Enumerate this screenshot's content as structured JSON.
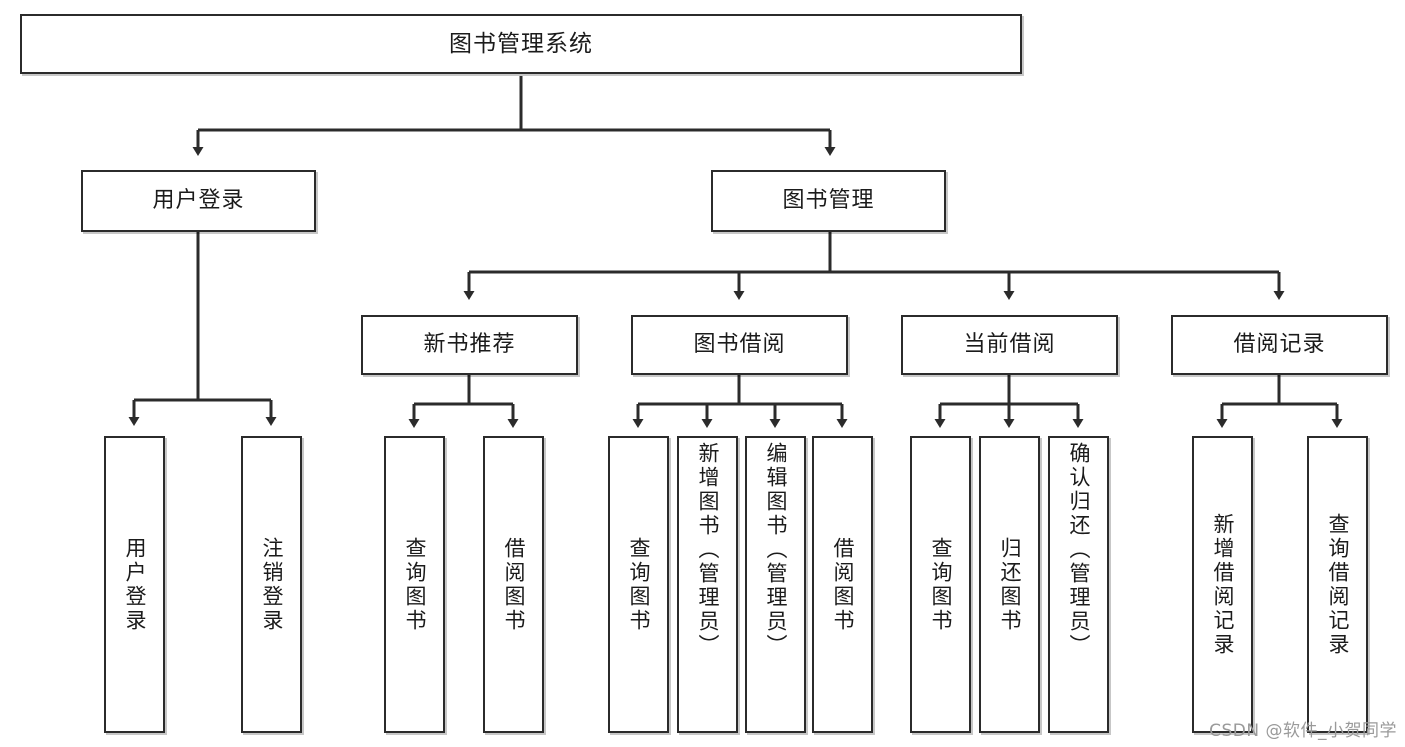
{
  "diagram": {
    "type": "tree-hierarchy",
    "title": "图书管理系统",
    "watermark": "CSDN @软件_小贺同学",
    "colors": {
      "box_border": "#2b2b2b",
      "box_fill": "#ffffff",
      "connector": "#2b2b2b",
      "watermark": "#9a9a9a",
      "background": "#ffffff"
    },
    "levels": {
      "level1": "系统根节点",
      "level2": "主模块",
      "level3": "子模块",
      "level4": "功能项"
    },
    "nodes": {
      "root": {
        "label": "图书管理系统"
      },
      "user_login": {
        "label": "用户登录"
      },
      "book_manage": {
        "label": "图书管理"
      },
      "new_book_rec": {
        "label": "新书推荐"
      },
      "book_borrow": {
        "label": "图书借阅"
      },
      "current_borrow": {
        "label": "当前借阅"
      },
      "borrow_record": {
        "label": "借阅记录"
      },
      "leaf_user_login": {
        "label": "用户登录"
      },
      "leaf_logout": {
        "label": "注销登录"
      },
      "leaf_query_book_a": {
        "label": "查询图书"
      },
      "leaf_borrow_book_a": {
        "label": "借阅图书"
      },
      "leaf_query_book_b": {
        "label": "查询图书"
      },
      "leaf_add_book": {
        "label": "新增图书（管理员）"
      },
      "leaf_edit_book": {
        "label": "编辑图书（管理员）"
      },
      "leaf_borrow_book_b": {
        "label": "借阅图书"
      },
      "leaf_query_book_c": {
        "label": "查询图书"
      },
      "leaf_return_book": {
        "label": "归还图书"
      },
      "leaf_confirm_return": {
        "label": "确认归还（管理员）"
      },
      "leaf_add_record": {
        "label": "新增借阅记录"
      },
      "leaf_query_record": {
        "label": "查询借阅记录"
      }
    },
    "edges": [
      {
        "from": "root",
        "to": "user_login"
      },
      {
        "from": "root",
        "to": "book_manage"
      },
      {
        "from": "user_login",
        "to": "leaf_user_login"
      },
      {
        "from": "user_login",
        "to": "leaf_logout"
      },
      {
        "from": "book_manage",
        "to": "new_book_rec"
      },
      {
        "from": "book_manage",
        "to": "book_borrow"
      },
      {
        "from": "book_manage",
        "to": "current_borrow"
      },
      {
        "from": "book_manage",
        "to": "borrow_record"
      },
      {
        "from": "new_book_rec",
        "to": "leaf_query_book_a"
      },
      {
        "from": "new_book_rec",
        "to": "leaf_borrow_book_a"
      },
      {
        "from": "book_borrow",
        "to": "leaf_query_book_b"
      },
      {
        "from": "book_borrow",
        "to": "leaf_add_book"
      },
      {
        "from": "book_borrow",
        "to": "leaf_edit_book"
      },
      {
        "from": "book_borrow",
        "to": "leaf_borrow_book_b"
      },
      {
        "from": "current_borrow",
        "to": "leaf_query_book_c"
      },
      {
        "from": "current_borrow",
        "to": "leaf_return_book"
      },
      {
        "from": "current_borrow",
        "to": "leaf_confirm_return"
      },
      {
        "from": "borrow_record",
        "to": "leaf_add_record"
      },
      {
        "from": "borrow_record",
        "to": "leaf_query_record"
      }
    ]
  }
}
